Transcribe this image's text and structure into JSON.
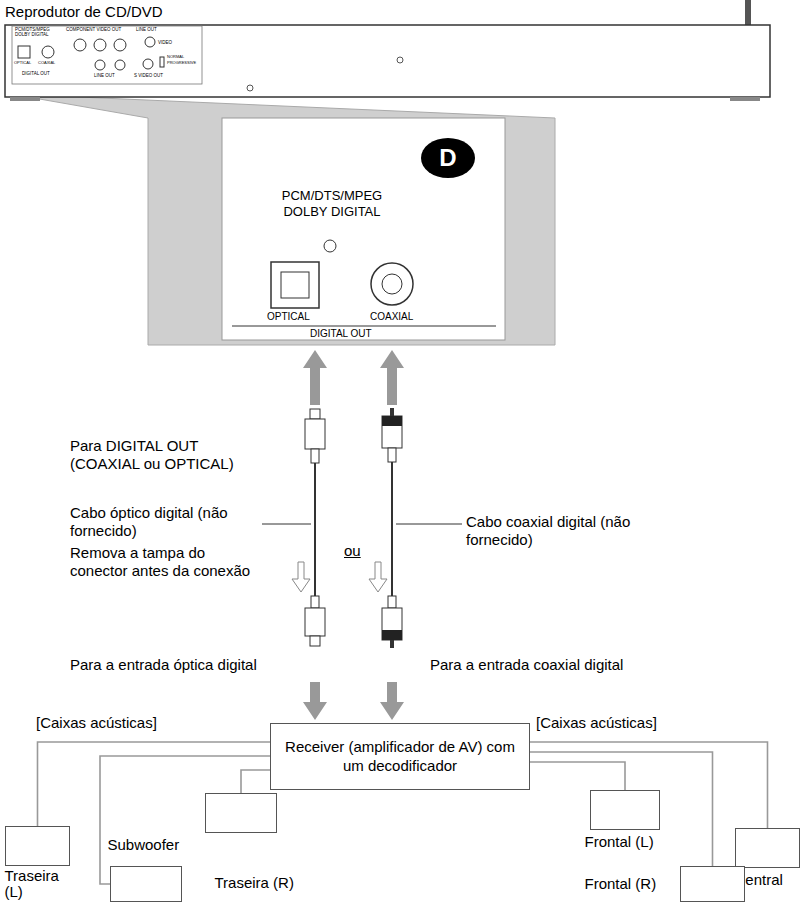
{
  "diagram": {
    "nodes": [
      {
        "text": [
          "Receiver (amplificador de AV) com um decodificador"
        ]
      },
      {
        "text": [
          "Traseira (L)"
        ]
      },
      {
        "text": [
          "Subwoofer"
        ]
      },
      {
        "text": [
          "Traseira (R)"
        ]
      },
      {
        "text": [
          "Frontal (L)"
        ]
      },
      {
        "text": [
          "Central"
        ]
      },
      {
        "text": [
          "Frontal (R)"
        ]
      }
    ],
    "edges": [
      {
        "from": 0,
        "to": 1,
        "arrow": "none"
      },
      {
        "from": 0,
        "to": 2,
        "arrow": "none"
      },
      {
        "from": 0,
        "to": 3,
        "arrow": "none"
      },
      {
        "from": 0,
        "to": 4,
        "arrow": "none"
      },
      {
        "from": 0,
        "to": 5,
        "arrow": "none"
      },
      {
        "from": 0,
        "to": 6,
        "arrow": "none"
      }
    ],
    "labels": [
      "Reprodutor de CD/DVD",
      "PCM/DTS/MPEG DOLBY DIGITAL",
      "COMPONENT VIDEO OUT",
      "LINE OUT",
      "VIDEO",
      "NORMAL",
      "PROGRESSIVE",
      "OPTICAL",
      "COAXIAL",
      "DIGITAL OUT",
      "LINE OUT",
      "S VIDEO OUT",
      "D",
      "PCM/DTS/MPEG DOLBY DIGITAL",
      "OPTICAL",
      "COAXIAL",
      "DIGITAL OUT",
      "Para DIGITAL OUT (COAXIAL ou OPTICAL)",
      "Cabo óptico digital (não fornecido)",
      "Remova a tampa do conector antes da conexão",
      "ou",
      "Cabo coaxial digital (não fornecido)",
      "Para a entrada óptica digital",
      "Para a entrada coaxial digital",
      "[Caixas acústicas]",
      "[Caixas acústicas]"
    ]
  }
}
